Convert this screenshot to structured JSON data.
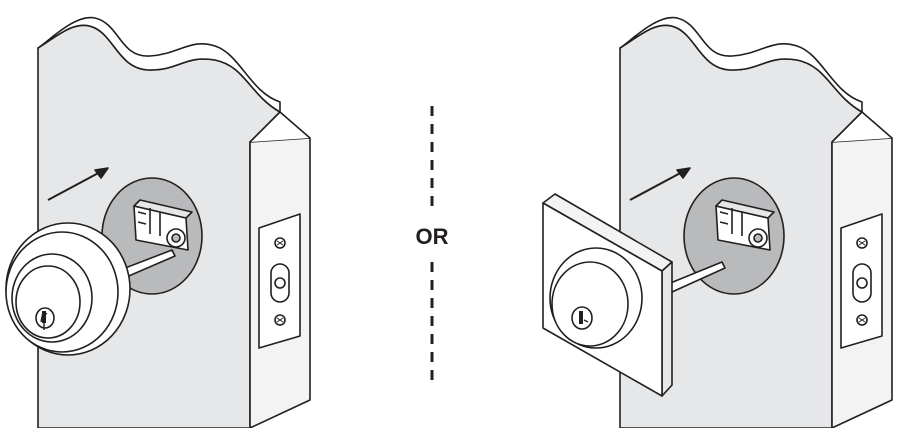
{
  "divider": {
    "label": "OR"
  },
  "colors": {
    "line": "#231f20",
    "wall_face": "#e6e7e8",
    "door_edge": "#f3f3f3",
    "bore_hole": "#b9babb",
    "white": "#ffffff"
  },
  "panels": [
    {
      "variant": "round-rose-deadbolt"
    },
    {
      "variant": "square-rose-deadbolt"
    }
  ]
}
